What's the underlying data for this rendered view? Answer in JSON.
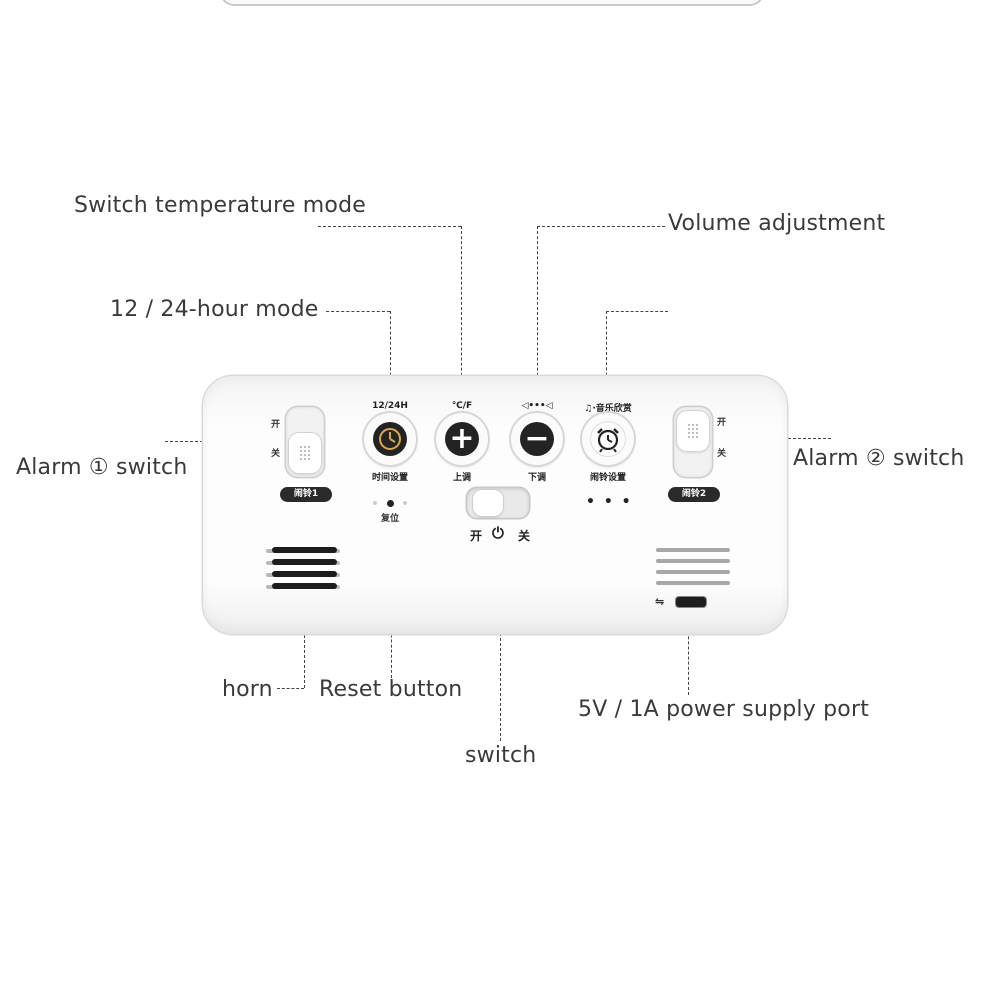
{
  "callouts": {
    "temp_mode": "Switch temperature mode",
    "volume": "Volume adjustment",
    "hour_mode": "12 / 24-hour mode",
    "alarm1": "Alarm ① switch",
    "alarm2": "Alarm ② switch",
    "horn": "horn",
    "reset": "Reset button",
    "power_port": "5V / 1A power supply port",
    "switch": "switch"
  },
  "device": {
    "btn_time": {
      "top_label": "12/24H",
      "bottom_label": "时间设置"
    },
    "btn_up": {
      "top_label": "℃/F",
      "bottom_label": "上调",
      "symbol": "+"
    },
    "btn_down": {
      "top_label": "◁•••◁",
      "bottom_label": "下调",
      "symbol": "−"
    },
    "btn_alarm": {
      "top_label": "♫·音乐欣赏",
      "bottom_label": "闹铃设置"
    },
    "alarm1_pill": "闹铃1",
    "alarm2_pill": "闹铃2",
    "switch_on": "开",
    "switch_off": "关",
    "reset_label": "复位",
    "power_symbol": "⏻",
    "dots": "• • •",
    "side_on": "开",
    "side_off": "关"
  }
}
